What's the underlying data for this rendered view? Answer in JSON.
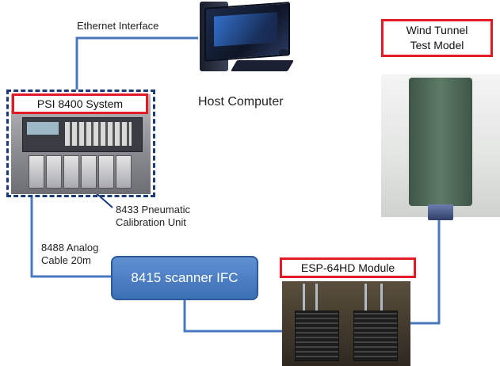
{
  "labels": {
    "ethernet": "Ethernet Interface",
    "host": "Host Computer",
    "psi": "PSI 8400 System",
    "pneumatic": [
      "8433 Pneumatic",
      "Calibration Unit"
    ],
    "cable": [
      "8488 Analog",
      "Cable 20m"
    ],
    "ifc": "8415 scanner IFC",
    "esp": "ESP-64HD Module",
    "wind": [
      "Wind Tunnel",
      "Test Model"
    ]
  },
  "colors": {
    "wire": "#4a78c0",
    "box_border": "#e01b24",
    "ifc_fill": "#4a7cc2",
    "rack_frame": "#1a3a78"
  },
  "icons": [
    "host-computer",
    "rack-system",
    "esp-module-photo",
    "wind-tunnel-model-photo"
  ]
}
